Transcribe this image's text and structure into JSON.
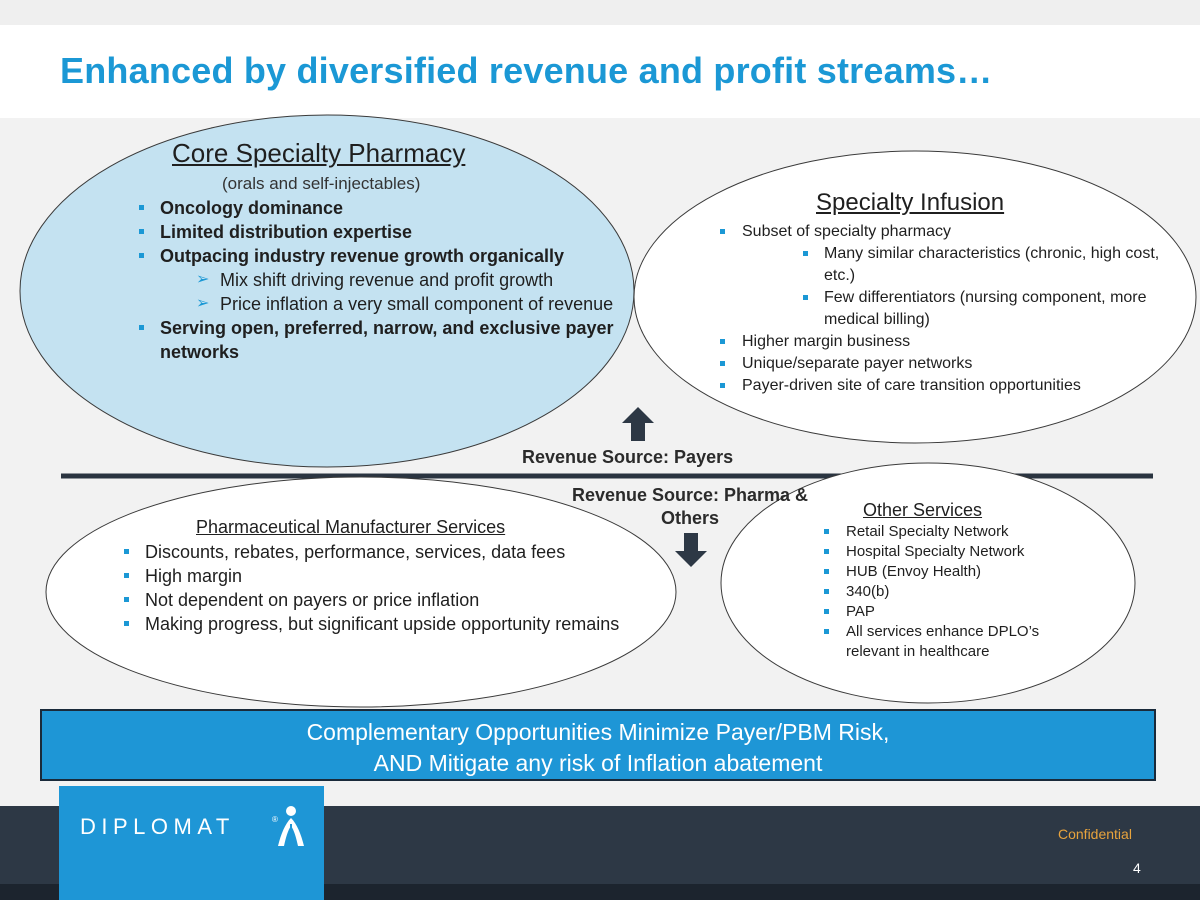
{
  "title": "Enhanced by diversified revenue and profit streams…",
  "core": {
    "title": "Core Specialty Pharmacy",
    "subtitle": "(orals and self-injectables)",
    "items": [
      "Oncology dominance",
      "Limited distribution expertise",
      "Outpacing industry revenue growth organically",
      "Serving open, preferred, narrow, and exclusive payer networks"
    ],
    "subitems": [
      "Mix shift driving revenue and profit growth",
      "Price inflation a very small component of revenue"
    ]
  },
  "infusion": {
    "title": "Specialty Infusion",
    "items": [
      "Subset of specialty pharmacy",
      "Higher margin business",
      "Unique/separate payer networks",
      "Payer-driven site of care transition opportunities"
    ],
    "subitems": [
      "Many similar characteristics (chronic, high cost, etc.)",
      "Few differentiators (nursing component, more medical billing)"
    ]
  },
  "revenue_payers": "Revenue Source: Payers",
  "revenue_pharma": "Revenue Source: Pharma & Others",
  "manufacturer": {
    "title": "Pharmaceutical Manufacturer Services",
    "items": [
      "Discounts, rebates, performance, services, data fees",
      "High margin",
      "Not dependent on payers or price inflation",
      "Making progress, but significant upside opportunity remains"
    ]
  },
  "other": {
    "title": "Other Services",
    "items": [
      "Retail Specialty Network",
      "Hospital Specialty Network",
      "HUB (Envoy Health)",
      "340(b)",
      "PAP",
      "All services enhance DPLO’s relevant in healthcare"
    ]
  },
  "banner": {
    "line1": "Complementary Opportunities Minimize Payer/PBM Risk,",
    "line2": "AND Mitigate any risk of Inflation abatement"
  },
  "footer": {
    "logo": "DIPLOMAT",
    "logo_mark": "®",
    "confidential": "Confidential",
    "page": "4"
  },
  "colors": {
    "accent": "#1b98d5",
    "core_fill": "#c4e2f1",
    "footer": "#2d3845",
    "confidential": "#e8a33d"
  }
}
